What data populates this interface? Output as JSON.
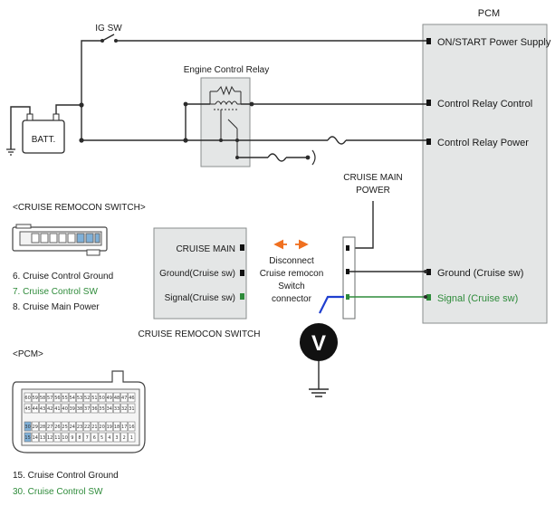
{
  "labels": {
    "ig_sw": "IG SW",
    "batt": "BATT.",
    "engine_control_relay": "Engine Control Relay",
    "pcm_title": "PCM",
    "cruise_main_power": [
      "CRUISE MAIN",
      "POWER"
    ],
    "switch_box_title": "CRUISE REMOCON SWITCH",
    "disconnect_note": [
      "Disconnect",
      "Cruise remocon",
      "Switch",
      "connector"
    ],
    "voltmeter": "V"
  },
  "pcm_pins": [
    {
      "label": "ON/START Power Supply",
      "highlight": false
    },
    {
      "label": "Control Relay Control",
      "highlight": false
    },
    {
      "label": "Control Relay Power",
      "highlight": false
    },
    {
      "label": "Ground (Cruise sw)",
      "highlight": false
    },
    {
      "label": "Signal (Cruise sw)",
      "highlight": true
    }
  ],
  "switch_pins": [
    {
      "label": "CRUISE MAIN",
      "highlight": false
    },
    {
      "label": "Ground(Cruise sw)",
      "highlight": false
    },
    {
      "label": "Signal(Cruise sw)",
      "highlight": true
    }
  ],
  "remocon_connector": {
    "title": "<CRUISE REMOCON SWITCH>",
    "pins": [
      {
        "text": "6. Cruise Control Ground",
        "highlight": false
      },
      {
        "text": "7. Cruise Control SW",
        "highlight": true
      },
      {
        "text": "8. Cruise Main Power",
        "highlight": false
      }
    ]
  },
  "pcm_connector": {
    "title": "<PCM>",
    "row1": [
      "60",
      "59",
      "58",
      "57",
      "56",
      "55",
      "54",
      "53",
      "52",
      "51",
      "50",
      "49",
      "48",
      "47",
      "46"
    ],
    "row2": [
      "45",
      "44",
      "43",
      "42",
      "41",
      "40",
      "39",
      "38",
      "37",
      "36",
      "35",
      "34",
      "33",
      "32",
      "31"
    ],
    "row3": [
      "30",
      "29",
      "28",
      "27",
      "26",
      "25",
      "24",
      "23",
      "22",
      "21",
      "20",
      "19",
      "18",
      "17",
      "16"
    ],
    "row4": [
      "15",
      "14",
      "13",
      "12",
      "11",
      "10",
      "9",
      "8",
      "7",
      "6",
      "5",
      "4",
      "3",
      "2",
      "1"
    ],
    "pins": [
      {
        "text": "15. Cruise Control Ground",
        "highlight": false
      },
      {
        "text": "30. Cruise Control SW",
        "highlight": true
      }
    ]
  },
  "colors": {
    "highlight_text": "#2e8b3a",
    "probe_wire": "#1f3fcf",
    "arrow": "#f07020",
    "connector_pin_highlight": "#7fb0d8"
  }
}
